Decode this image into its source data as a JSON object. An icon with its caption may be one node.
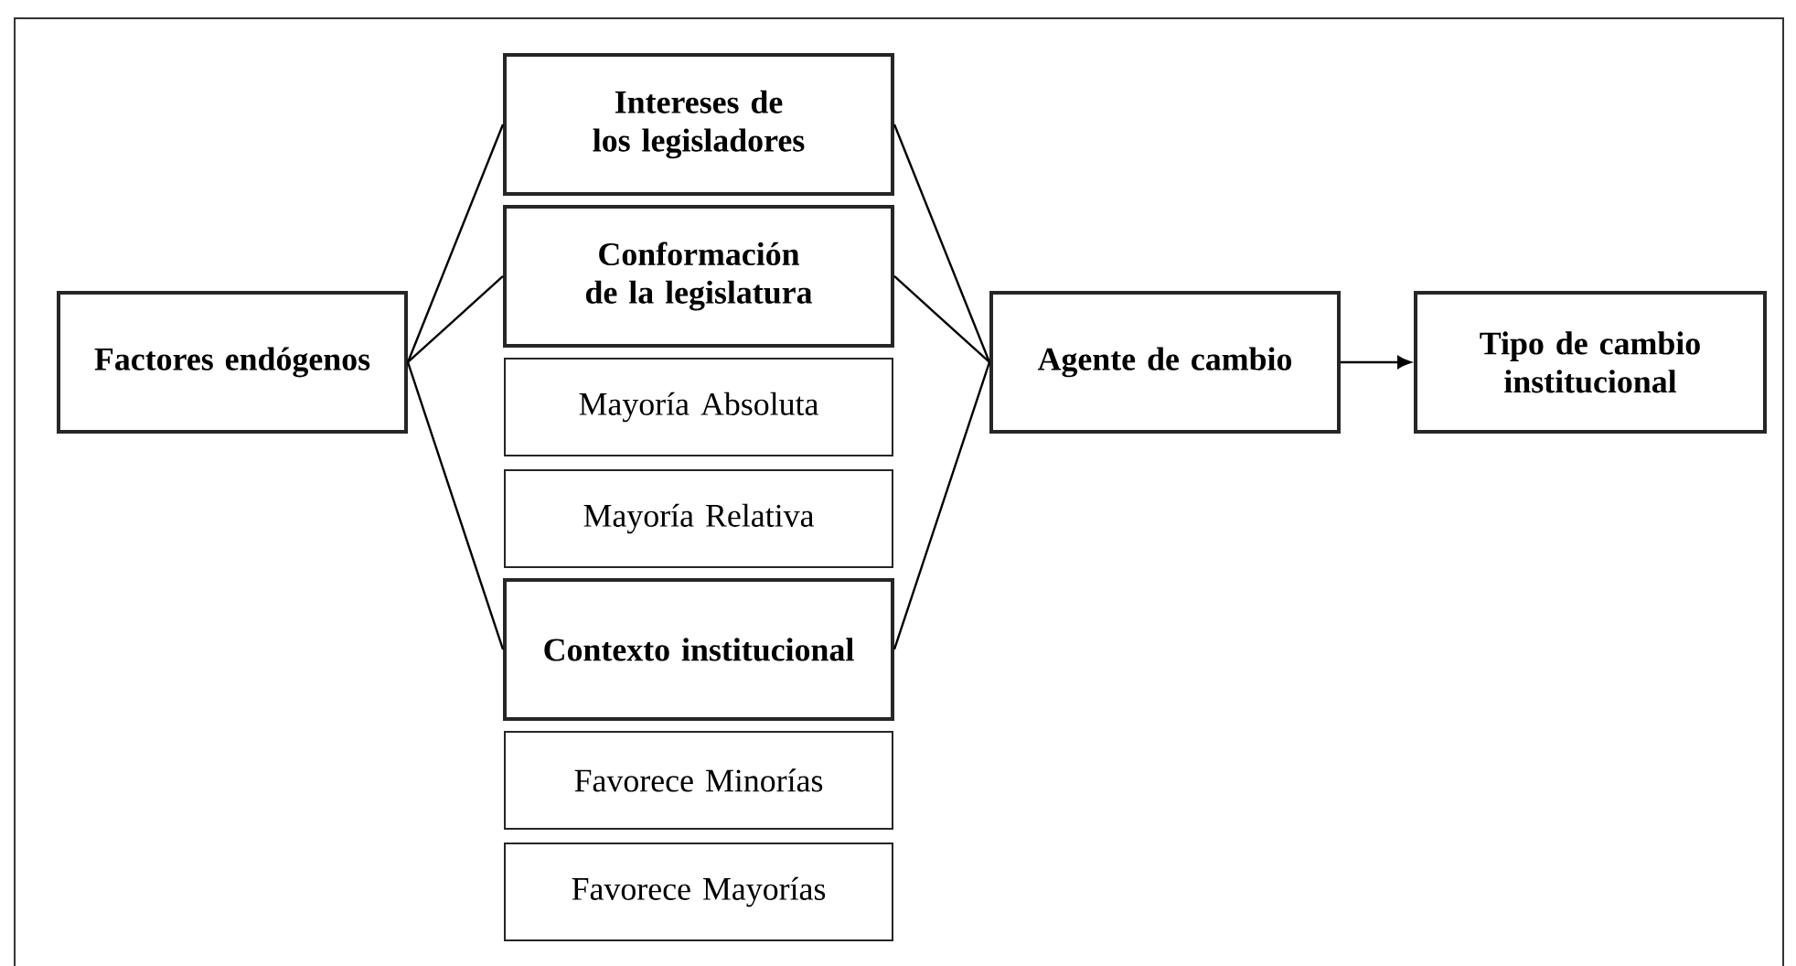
{
  "diagram": {
    "nodes": [
      {
        "text": [
          "Factores endógenos"
        ]
      },
      {
        "text": [
          "Intereses de los legisladores"
        ]
      },
      {
        "text": [
          "Conformación de la legislatura"
        ]
      },
      {
        "text": [
          "Mayoría Absoluta"
        ]
      },
      {
        "text": [
          "Mayoría Relativa"
        ]
      },
      {
        "text": [
          "Contexto institucional"
        ]
      },
      {
        "text": [
          "Favorece Minorías"
        ]
      },
      {
        "text": [
          "Favorece Mayorías"
        ]
      },
      {
        "text": [
          "Agente de cambio"
        ]
      },
      {
        "text": [
          "Tipo de cambio institucional"
        ]
      }
    ],
    "edges": [
      {
        "from": 0,
        "to": 1,
        "arrow": "none"
      },
      {
        "from": 0,
        "to": 2,
        "arrow": "none"
      },
      {
        "from": 0,
        "to": 5,
        "arrow": "none"
      },
      {
        "from": 1,
        "to": 8,
        "arrow": "none"
      },
      {
        "from": 2,
        "to": 8,
        "arrow": "none"
      },
      {
        "from": 5,
        "to": 8,
        "arrow": "none"
      },
      {
        "from": 8,
        "to": 9,
        "arrow": "to"
      }
    ]
  }
}
